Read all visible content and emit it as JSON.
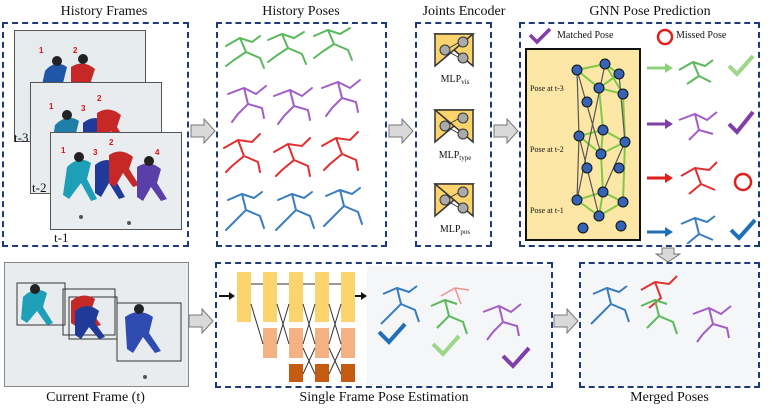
{
  "titles": {
    "history_frames": "History Frames",
    "history_poses": "History Poses",
    "joints_encoder": "Joints Encoder",
    "gnn_pose_prediction": "GNN Pose Prediction",
    "current_frame": "Current Frame (t)",
    "single_frame": "Single Frame Pose Estimation",
    "merged_poses": "Merged Poses"
  },
  "frame_labels": [
    "t-3",
    "t-2",
    "t-1"
  ],
  "mlp": {
    "base": "MLP",
    "subs": [
      "vis",
      "type",
      "pos"
    ]
  },
  "legend": {
    "matched": "Matched Pose",
    "missed": "Missed Pose"
  },
  "gnn_rows": [
    "Pose at t-3",
    "Pose at t-2",
    "Pose at t-1"
  ],
  "skater_numbers": [
    "1",
    "2",
    "3",
    "4"
  ],
  "colors": {
    "panel_border": "#1f3a78",
    "gnn_bg": "#fde7a6",
    "green": "#5cb85c",
    "purple": "#9b59b6",
    "red": "#e03030",
    "blue": "#3a7dbf",
    "yellow": "#fbd46d",
    "peach": "#f4b183",
    "orange": "#c55a11"
  }
}
